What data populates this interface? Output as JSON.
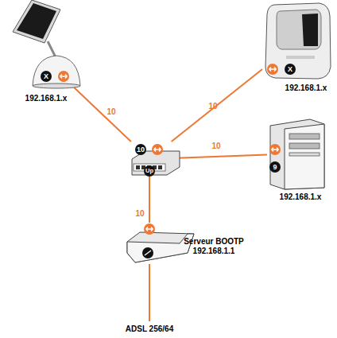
{
  "diagram": {
    "nodes": [
      {
        "text": [
          "X",
          "192.168.1.x"
        ]
      },
      {
        "text": [
          "X",
          "192.168.1.x"
        ]
      },
      {
        "text": [
          "9",
          "192.168.1.x"
        ]
      },
      {
        "text": [
          "10",
          "Up"
        ]
      },
      {
        "text": [
          "Serveur BOOTP 192.168.1.1"
        ]
      }
    ],
    "edges": [
      {
        "from": 0,
        "to": 3,
        "label": "10",
        "arrow": "none"
      },
      {
        "from": 1,
        "to": 3,
        "label": "10",
        "arrow": "none"
      },
      {
        "from": 2,
        "to": 3,
        "label": "10",
        "arrow": "none"
      },
      {
        "from": 3,
        "to": 4,
        "label": "10",
        "arrow": "none"
      }
    ],
    "labels": [
      "ADSL 256/64"
    ]
  }
}
